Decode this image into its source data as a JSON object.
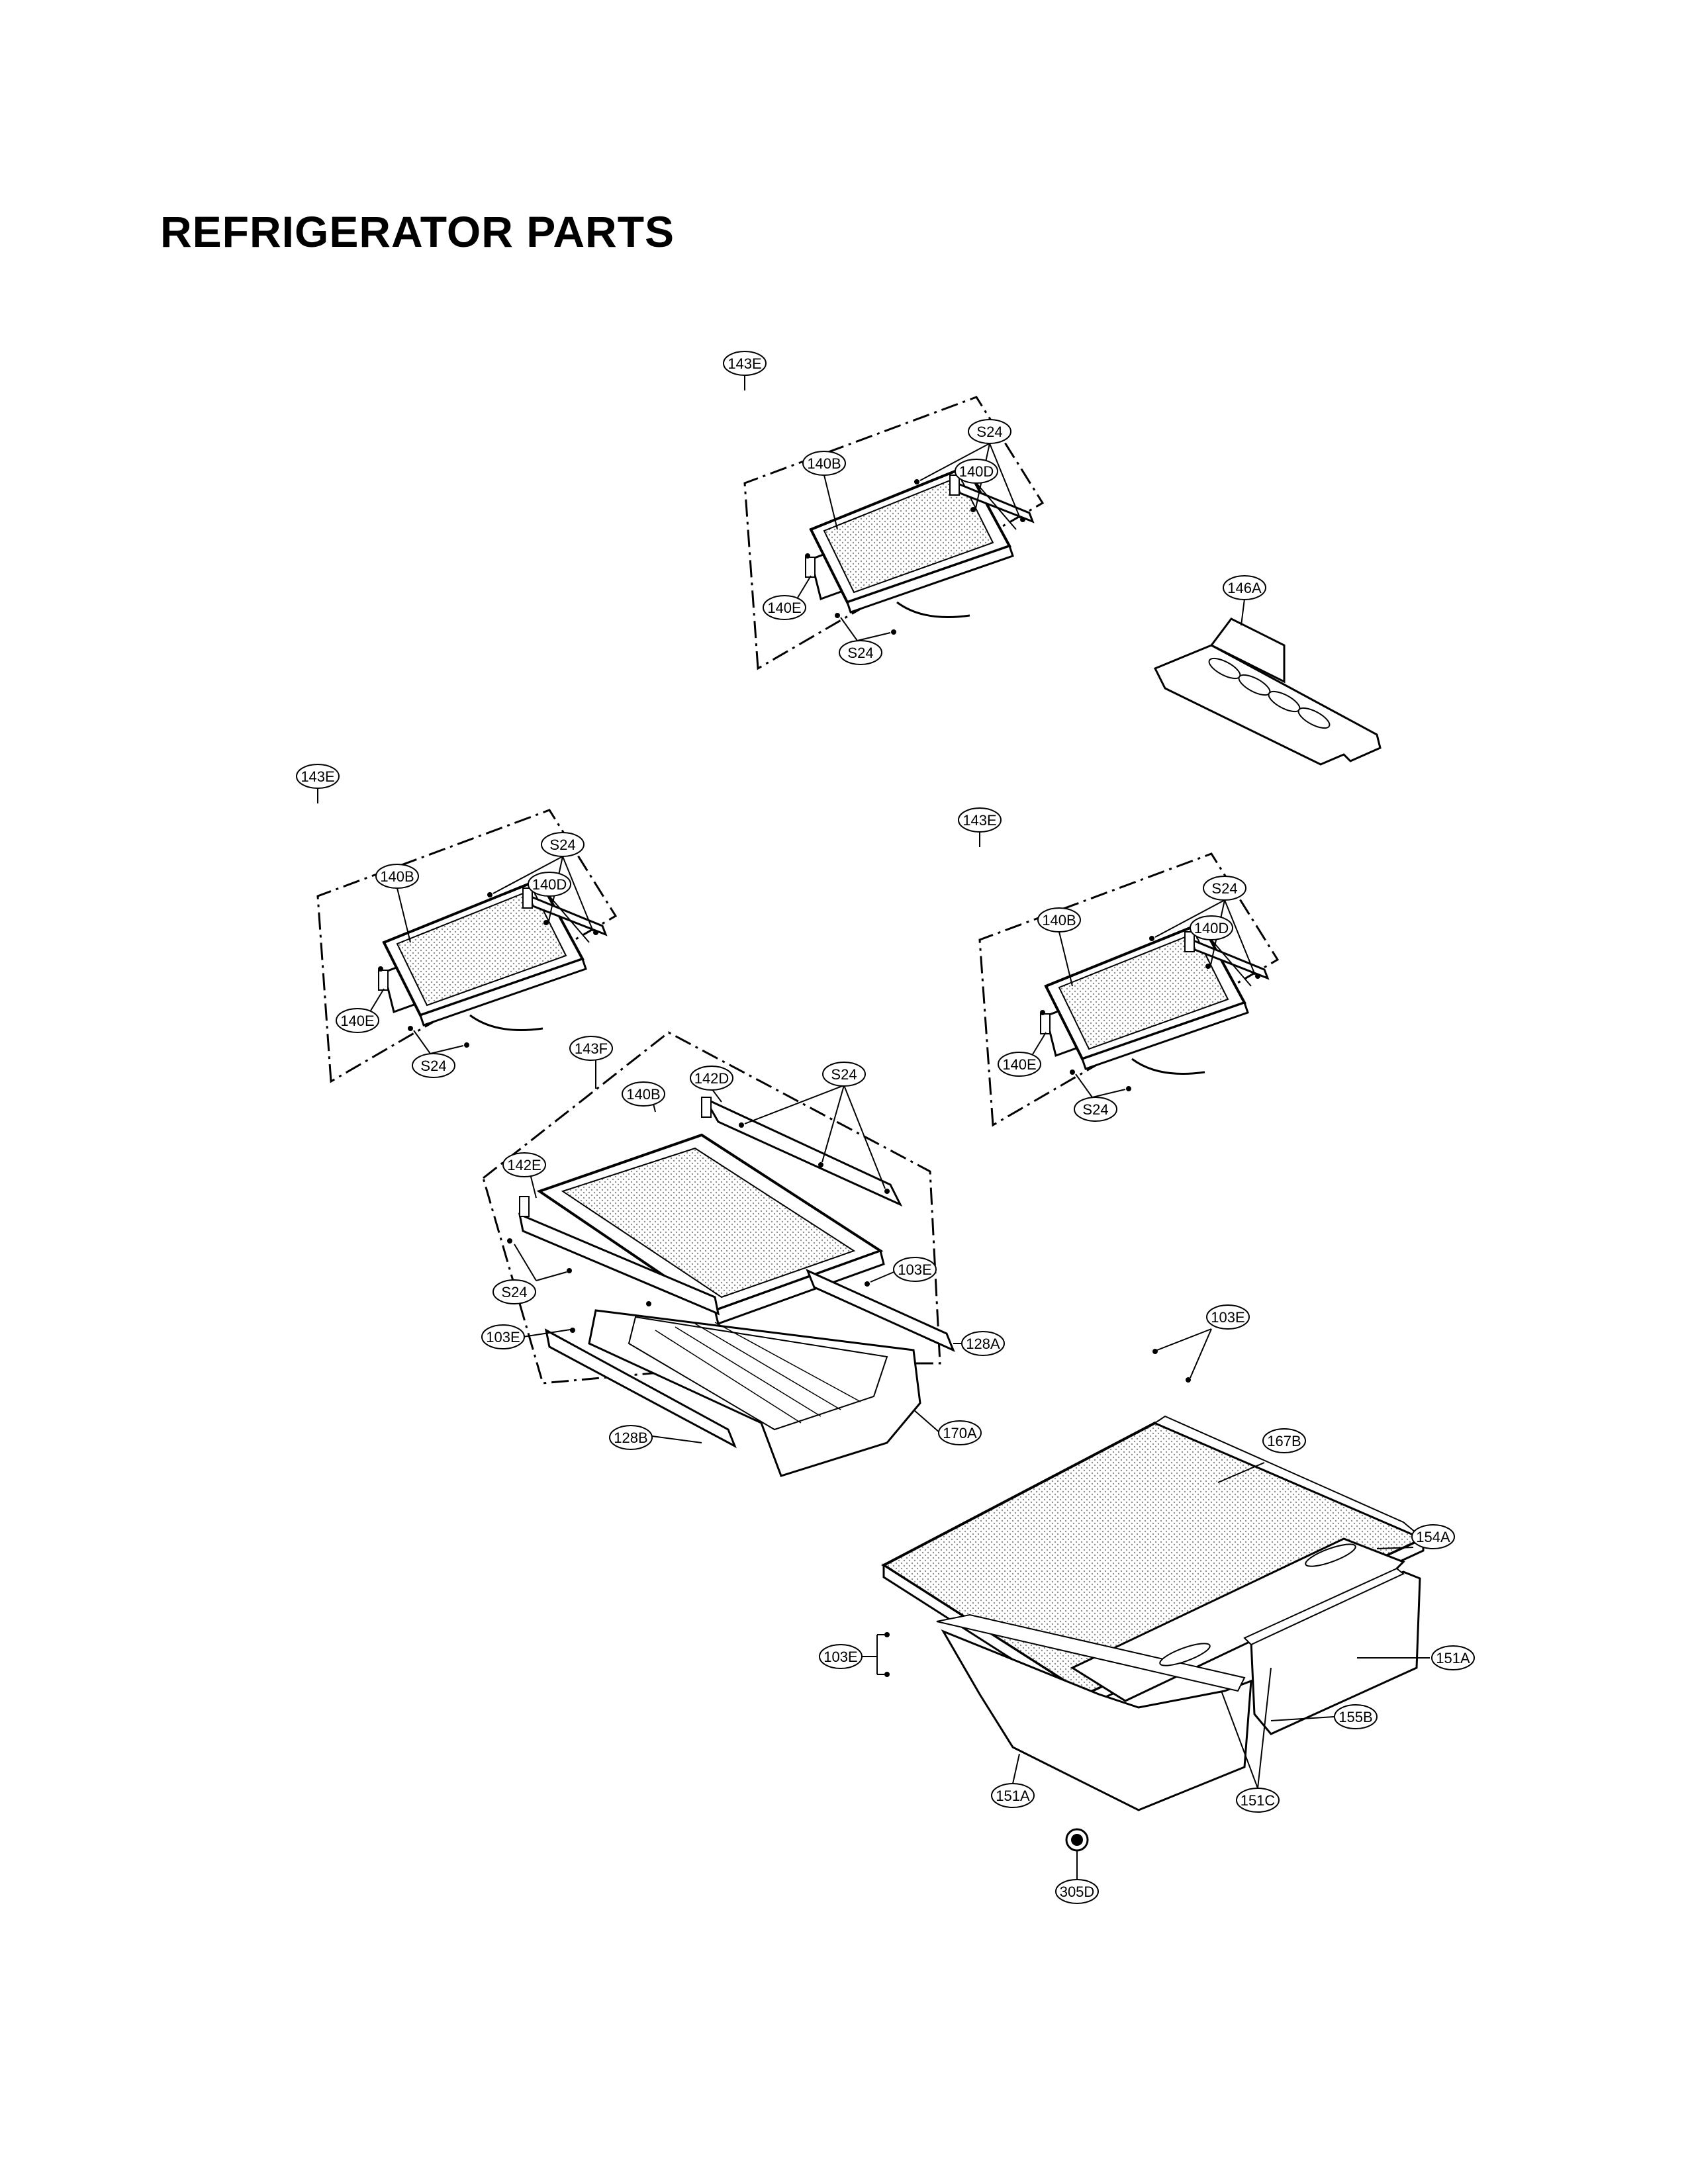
{
  "page": {
    "title": "REFRIGERATOR PARTS"
  },
  "callouts": {
    "shelf1": {
      "assembly": "143E",
      "frame": "140B",
      "rail_right": "140D",
      "rail_left": "140E",
      "screw_top": "S24",
      "screw_bottom": "S24"
    },
    "shelf2": {
      "assembly": "143E",
      "frame": "140B",
      "rail_right": "140D",
      "rail_left": "140E",
      "screw_top": "S24",
      "screw_bottom": "S24"
    },
    "shelf3": {
      "assembly": "143E",
      "frame": "140B",
      "rail_right": "140D",
      "rail_left": "140E",
      "screw_top": "S24",
      "screw_bottom": "S24"
    },
    "holder": "146A",
    "crisper": {
      "assembly": "143F",
      "frame": "140B",
      "rail_right": "142D",
      "rail_left": "142E",
      "screw_top": "S24",
      "screw_bottom": "S24",
      "screw_right": "103E",
      "screw_left": "103E",
      "rail_128a": "128A",
      "rail_128b": "128B",
      "tray": "170A"
    },
    "drawers": {
      "screws_top": "103E",
      "cover": "167B",
      "frame": "154A",
      "screws_left": "103E",
      "drawer_right": "151A",
      "divider": "155B",
      "drawer_left": "151A",
      "handles": "151C",
      "roller": "305D"
    }
  }
}
